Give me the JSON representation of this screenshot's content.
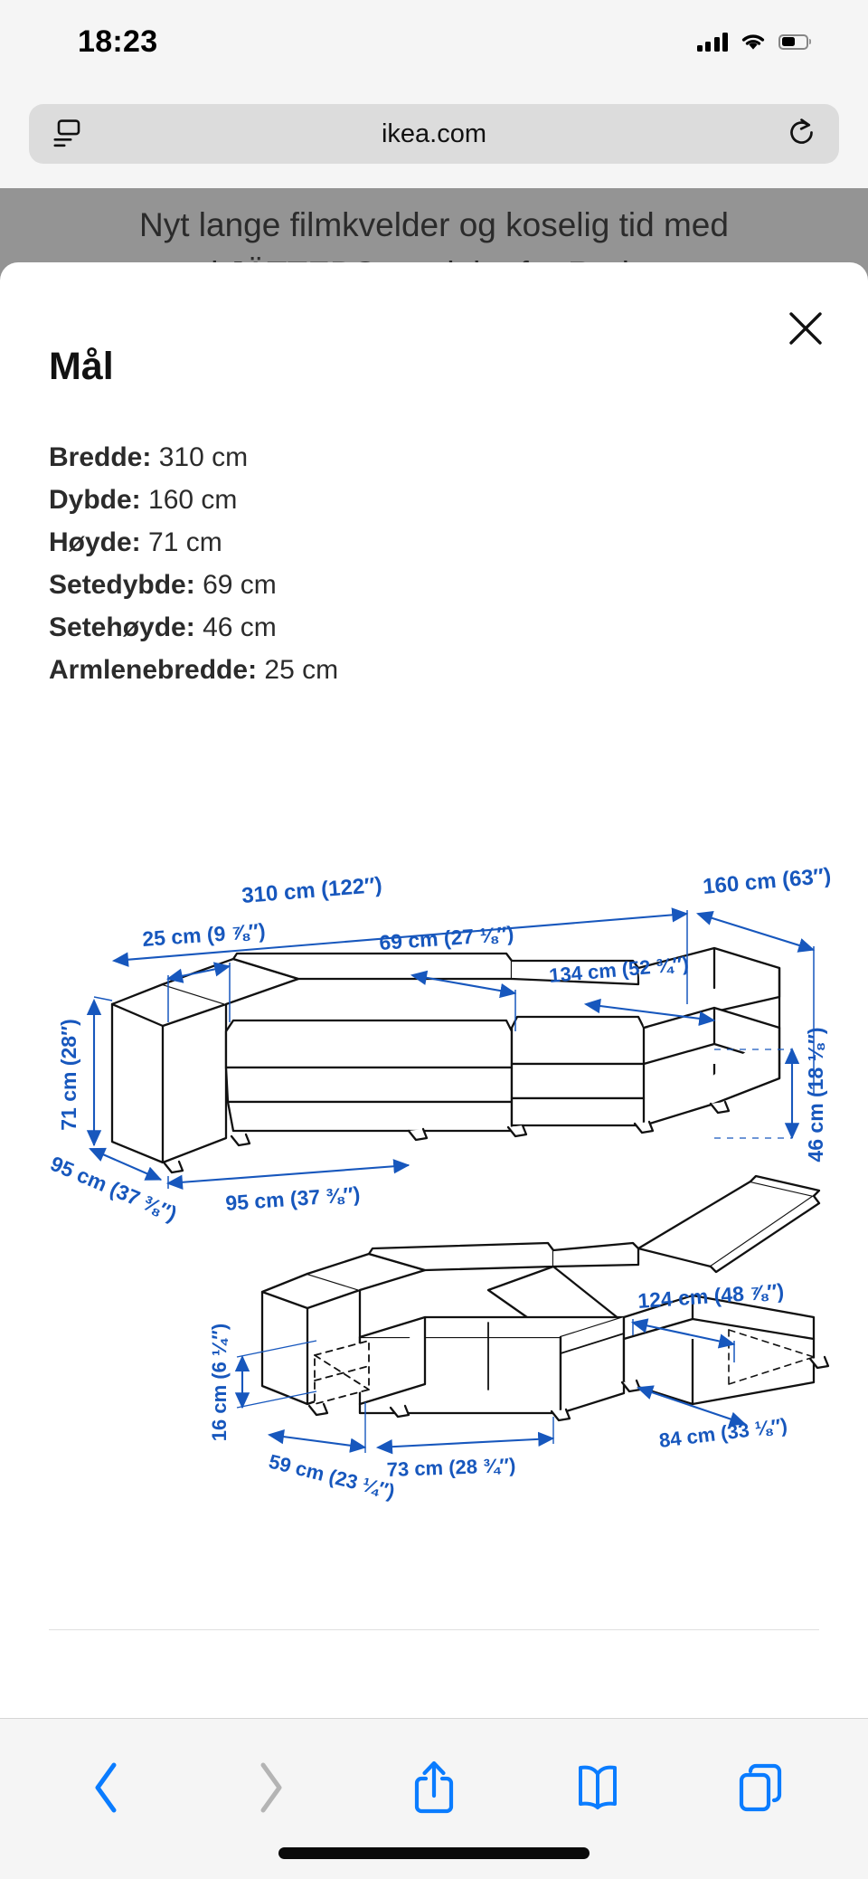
{
  "status_bar": {
    "time": "18:23",
    "signal_icon": "cellular-signal-icon",
    "wifi_icon": "wifi-icon",
    "battery_icon": "battery-icon",
    "battery_level_percent": 55
  },
  "browser": {
    "url": "ikea.com",
    "reader_icon": "reader-view-icon",
    "reload_icon": "reload-icon"
  },
  "page_behind": {
    "banner_line1": "Nyt lange filmkvelder og koselig tid med",
    "banner_line2": "i JÄTTEBO-moduler fra Rud..."
  },
  "modal": {
    "title": "Mål",
    "close_icon": "close-icon",
    "specs": [
      {
        "label": "Bredde:",
        "value": "310 cm"
      },
      {
        "label": "Dybde:",
        "value": "160 cm"
      },
      {
        "label": "Høyde:",
        "value": "71 cm"
      },
      {
        "label": "Setedybde:",
        "value": "69 cm"
      },
      {
        "label": "Setehøyde:",
        "value": "46 cm"
      },
      {
        "label": "Armlenebredde:",
        "value": "25 cm"
      }
    ]
  },
  "diagram": {
    "accent_color": "#1757bd",
    "line_color": "#111111",
    "top_view_labels": {
      "total_width": "310 cm (122″)",
      "chaise_depth": "160 cm (63″)",
      "armrest_width": "25 cm (9 ⅞″)",
      "seat_depth": "69 cm (27 ⅛″)",
      "chaise_length": "134 cm (52 ¾″)",
      "height": "71 cm (28″)",
      "depth_left": "95 cm (37 ⅜″)",
      "depth_front": "95 cm (37 ⅜″)",
      "seat_height": "46 cm (18 ⅛″)"
    },
    "bed_view_labels": {
      "bed_width": "124 cm (48 ⅞″)",
      "storage_height": "16 cm (6 ¼″)",
      "storage_depth": "59 cm (23 ¼″)",
      "storage_width": "73 cm (28 ¾″)",
      "chaise_storage": "84 cm (33 ⅛″)"
    }
  },
  "toolbar": {
    "back_icon": "back-chevron-icon",
    "forward_icon": "forward-chevron-icon",
    "share_icon": "share-icon",
    "bookmarks_icon": "bookmarks-icon",
    "tabs_icon": "tabs-icon",
    "back_enabled_color": "#0a7cff",
    "forward_disabled_color": "#b4b4b4"
  }
}
